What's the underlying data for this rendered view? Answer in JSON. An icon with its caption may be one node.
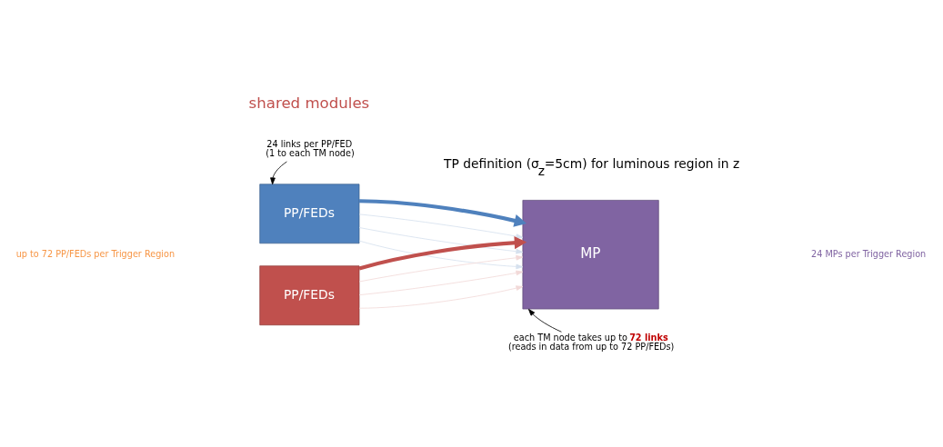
{
  "diagram": {
    "nodes": [
      {
        "text": [
          "PP/FEDs"
        ]
      },
      {
        "text": [
          "PP/FEDs"
        ]
      },
      {
        "text": [
          "MP"
        ]
      },
      {
        "text": [
          "24 links per PP/FED (1 to each TM node)"
        ]
      },
      {
        "text": [
          "each TM node takes up to **72 links** (reads in data from up to 72 PP/FEDs)"
        ]
      }
    ],
    "edges": [
      {
        "from": 0,
        "to": 2,
        "arrow": "to",
        "color": "#d6e1ee"
      },
      {
        "from": 0,
        "to": 2,
        "arrow": "to",
        "color": "#d6e1ee"
      },
      {
        "from": 0,
        "to": 2,
        "arrow": "to",
        "color": "#d6e1ee"
      },
      {
        "from": 1,
        "to": 2,
        "arrow": "to",
        "color": "#f2d9d8"
      },
      {
        "from": 1,
        "to": 2,
        "arrow": "to",
        "color": "#f2d9d8"
      },
      {
        "from": 1,
        "to": 2,
        "arrow": "to",
        "color": "#f2d9d8"
      },
      {
        "from": 0,
        "to": 2,
        "arrow": "to",
        "style": "thick",
        "color": "#4f81bd"
      },
      {
        "from": 1,
        "to": 2,
        "arrow": "to",
        "style": "thick",
        "color": "#c0504d"
      },
      {
        "from": 3,
        "to": 0,
        "arrow": "to",
        "color": "#000000"
      },
      {
        "from": 4,
        "to": 2,
        "arrow": "to",
        "color": "#000000"
      }
    ],
    "labels": [
      "shared modules",
      "TP definition (σ$_{z}$=5cm) for luminous region in z",
      "up to 72 PP/FEDs per Trigger Region",
      "24 MPs per Trigger Region"
    ]
  }
}
